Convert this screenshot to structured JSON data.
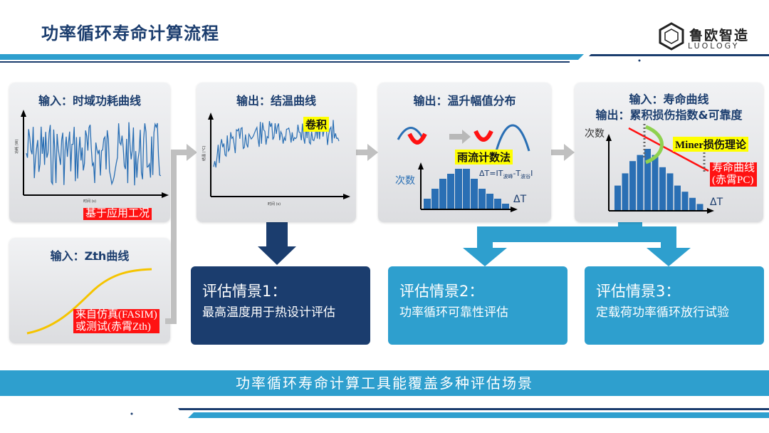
{
  "header": {
    "title": "功率循环寿命计算流程",
    "logo_cn": "鲁欧智造",
    "logo_en": "LUOLOGY"
  },
  "card1": {
    "title": "输入：时域功耗曲线",
    "ylabel": "功耗 (W)",
    "xlabel": "时间 (s)",
    "tag": "基于应用工况"
  },
  "card2": {
    "title": "输入：Zth曲线",
    "tag_line1": "来自仿真(FASIM)",
    "tag_line2": "或测试(赤霄Zth)"
  },
  "card3": {
    "title": "输出：结温曲线",
    "ylabel": "结温 (°C)",
    "xlabel": "时间 (s)",
    "tag": "卷积"
  },
  "card4": {
    "title": "输出：温升幅值分布",
    "tag": "雨流计数法",
    "ylabel": "次数",
    "xlabel": "ΔT",
    "formula_main": "ΔT=IT",
    "formula_sub1": "波峰",
    "formula_mid": "-T",
    "formula_sub2": "波谷",
    "formula_end": "I"
  },
  "card5": {
    "title_line1": "输入：寿命曲线",
    "title_line2": "输出：累积损伤指数&可靠度",
    "ylabel": "次数",
    "xlabel": "ΔT",
    "tag_miner": "Miner损伤理论",
    "tag_life1": "寿命曲线",
    "tag_life2": "(赤霄PC)"
  },
  "scenarios": [
    {
      "title": "评估情景1：",
      "desc": "最高温度用于热设计评估"
    },
    {
      "title": "评估情景2：",
      "desc": "功率循环可靠性评估"
    },
    {
      "title": "评估情景3：",
      "desc": "定载荷功率循环放行试验"
    }
  ],
  "footer": {
    "text": "功率循环寿命计算工具能覆盖多种评估场景"
  },
  "colors": {
    "navy": "#1b3d6e",
    "accent_blue": "#2e9fce",
    "chart_blue": "#2a6fb4",
    "red": "#ff1212",
    "yellow": "#ffff00",
    "green": "#8fd14f",
    "curve_yellow": "#f5c400"
  },
  "histograms": {
    "card4": [
      2,
      4,
      6,
      7,
      8,
      8,
      6,
      4,
      3,
      2,
      1
    ],
    "card5": [
      4,
      6,
      8,
      9,
      10,
      9,
      7,
      6,
      4,
      3,
      2,
      1
    ]
  }
}
